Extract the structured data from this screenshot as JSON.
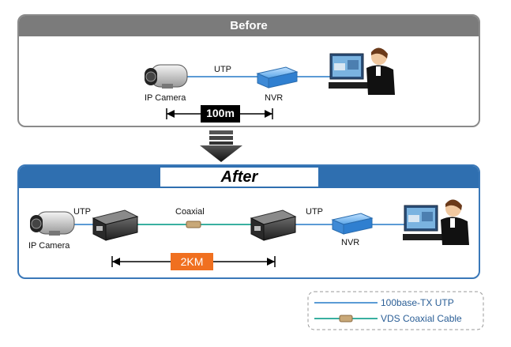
{
  "before": {
    "title": "Before",
    "camera_label": "IP Camera",
    "cable_label": "UTP",
    "nvr_label": "NVR",
    "distance_label": "100m",
    "header_color": "#7b7b7b"
  },
  "after": {
    "title": "After",
    "camera_label": "IP Camera",
    "utp_label_left": "UTP",
    "coax_label": "Coaxial",
    "utp_label_right": "UTP",
    "nvr_label": "NVR",
    "distance_label": "2KM",
    "header_color": "#2f6fb0",
    "distance_color": "#f07020"
  },
  "legend": {
    "utp_label": "100base-TX UTP",
    "coax_label": "VDS Coaxial Cable",
    "utp_color": "#5b9bd5",
    "coax_color": "#39b0a0"
  },
  "icons": [
    "ip-camera-icon",
    "nvr-icon",
    "converter-icon",
    "operator-workstation-icon",
    "down-arrow-icon",
    "coax-connector-icon"
  ]
}
